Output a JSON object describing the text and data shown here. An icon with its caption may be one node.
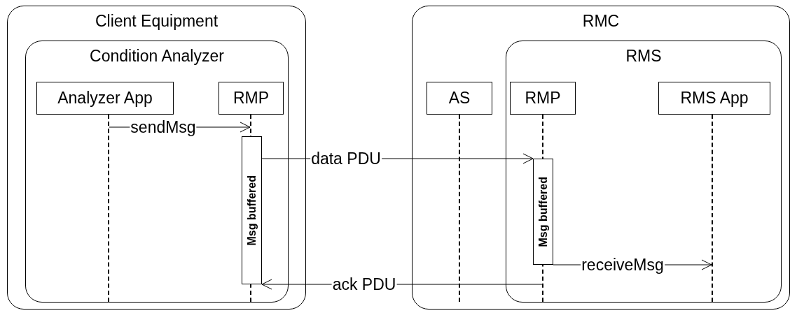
{
  "diagram": {
    "nodes": [
      {
        "text": [
          "Client Equipment"
        ]
      },
      {
        "text": [
          "Condition Analyzer"
        ],
        "in": 0
      },
      {
        "text": [
          "Analyzer App"
        ],
        "in": 1
      },
      {
        "text": [
          "RMP"
        ],
        "in": 1
      },
      {
        "text": [
          "RMC"
        ]
      },
      {
        "text": [
          "AS"
        ],
        "in": 4
      },
      {
        "text": [
          "RMS"
        ],
        "in": 4
      },
      {
        "text": [
          "RMP"
        ],
        "in": 6
      },
      {
        "text": [
          "RMS App"
        ],
        "in": 6
      },
      {
        "text": [],
        "shape": "line",
        "in": 1
      },
      {
        "text": [],
        "shape": "line",
        "in": 1
      },
      {
        "text": [
          "Msg buffered"
        ],
        "in": 1
      },
      {
        "text": [],
        "shape": "line",
        "in": 4
      },
      {
        "text": [],
        "shape": "line",
        "in": 6
      },
      {
        "text": [
          "Msg buffered"
        ],
        "in": 6
      },
      {
        "text": [],
        "shape": "line",
        "in": 6
      }
    ],
    "edges": [
      {
        "from": 9,
        "to": 10,
        "arrow": "to",
        "label": "sendMsg"
      },
      {
        "from": 11,
        "to": 14,
        "arrow": "to",
        "label": "data PDU"
      },
      {
        "from": 14,
        "to": 15,
        "arrow": "to",
        "label": "receiveMsg"
      },
      {
        "from": 13,
        "to": 11,
        "arrow": "to",
        "label": "ack PDU"
      }
    ]
  }
}
